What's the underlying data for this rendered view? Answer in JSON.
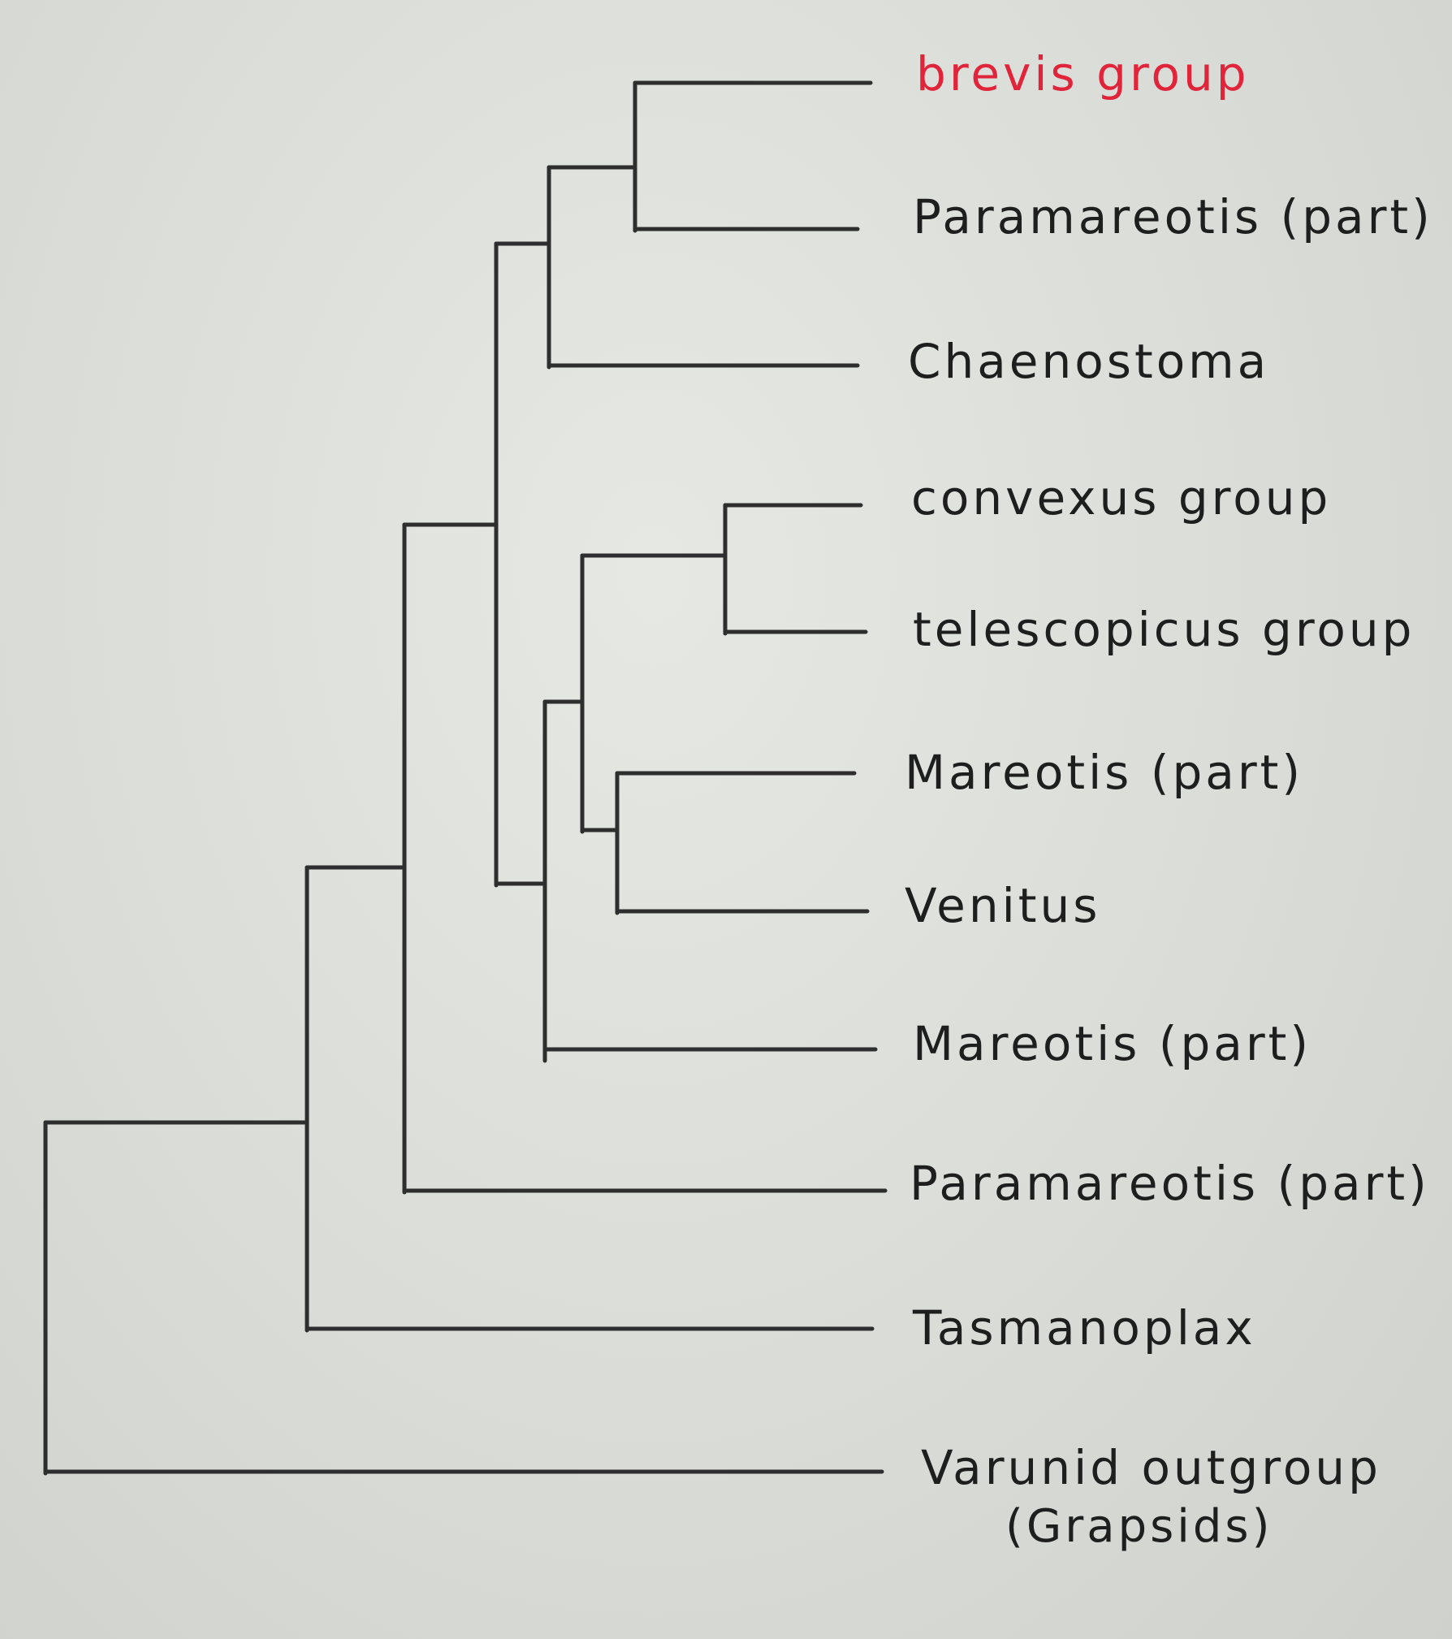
{
  "taxa": {
    "t1": {
      "label": "brevis group",
      "color": "#e0243a"
    },
    "t2": {
      "label": "Paramareotis (part)"
    },
    "t3": {
      "label": "Chaenostoma"
    },
    "t4": {
      "label": "convexus group"
    },
    "t5": {
      "label": "telescopicus group"
    },
    "t6": {
      "label": "Mareotis (part)"
    },
    "t7": {
      "label": "Venitus"
    },
    "t8": {
      "label": "Mareotis (part)"
    },
    "t9": {
      "label": "Paramareotis (part)"
    },
    "t10": {
      "label": "Tasmanoplax"
    },
    "t11": {
      "label": "Varunid outgroup",
      "sublabel": "(Grapsids)"
    }
  }
}
